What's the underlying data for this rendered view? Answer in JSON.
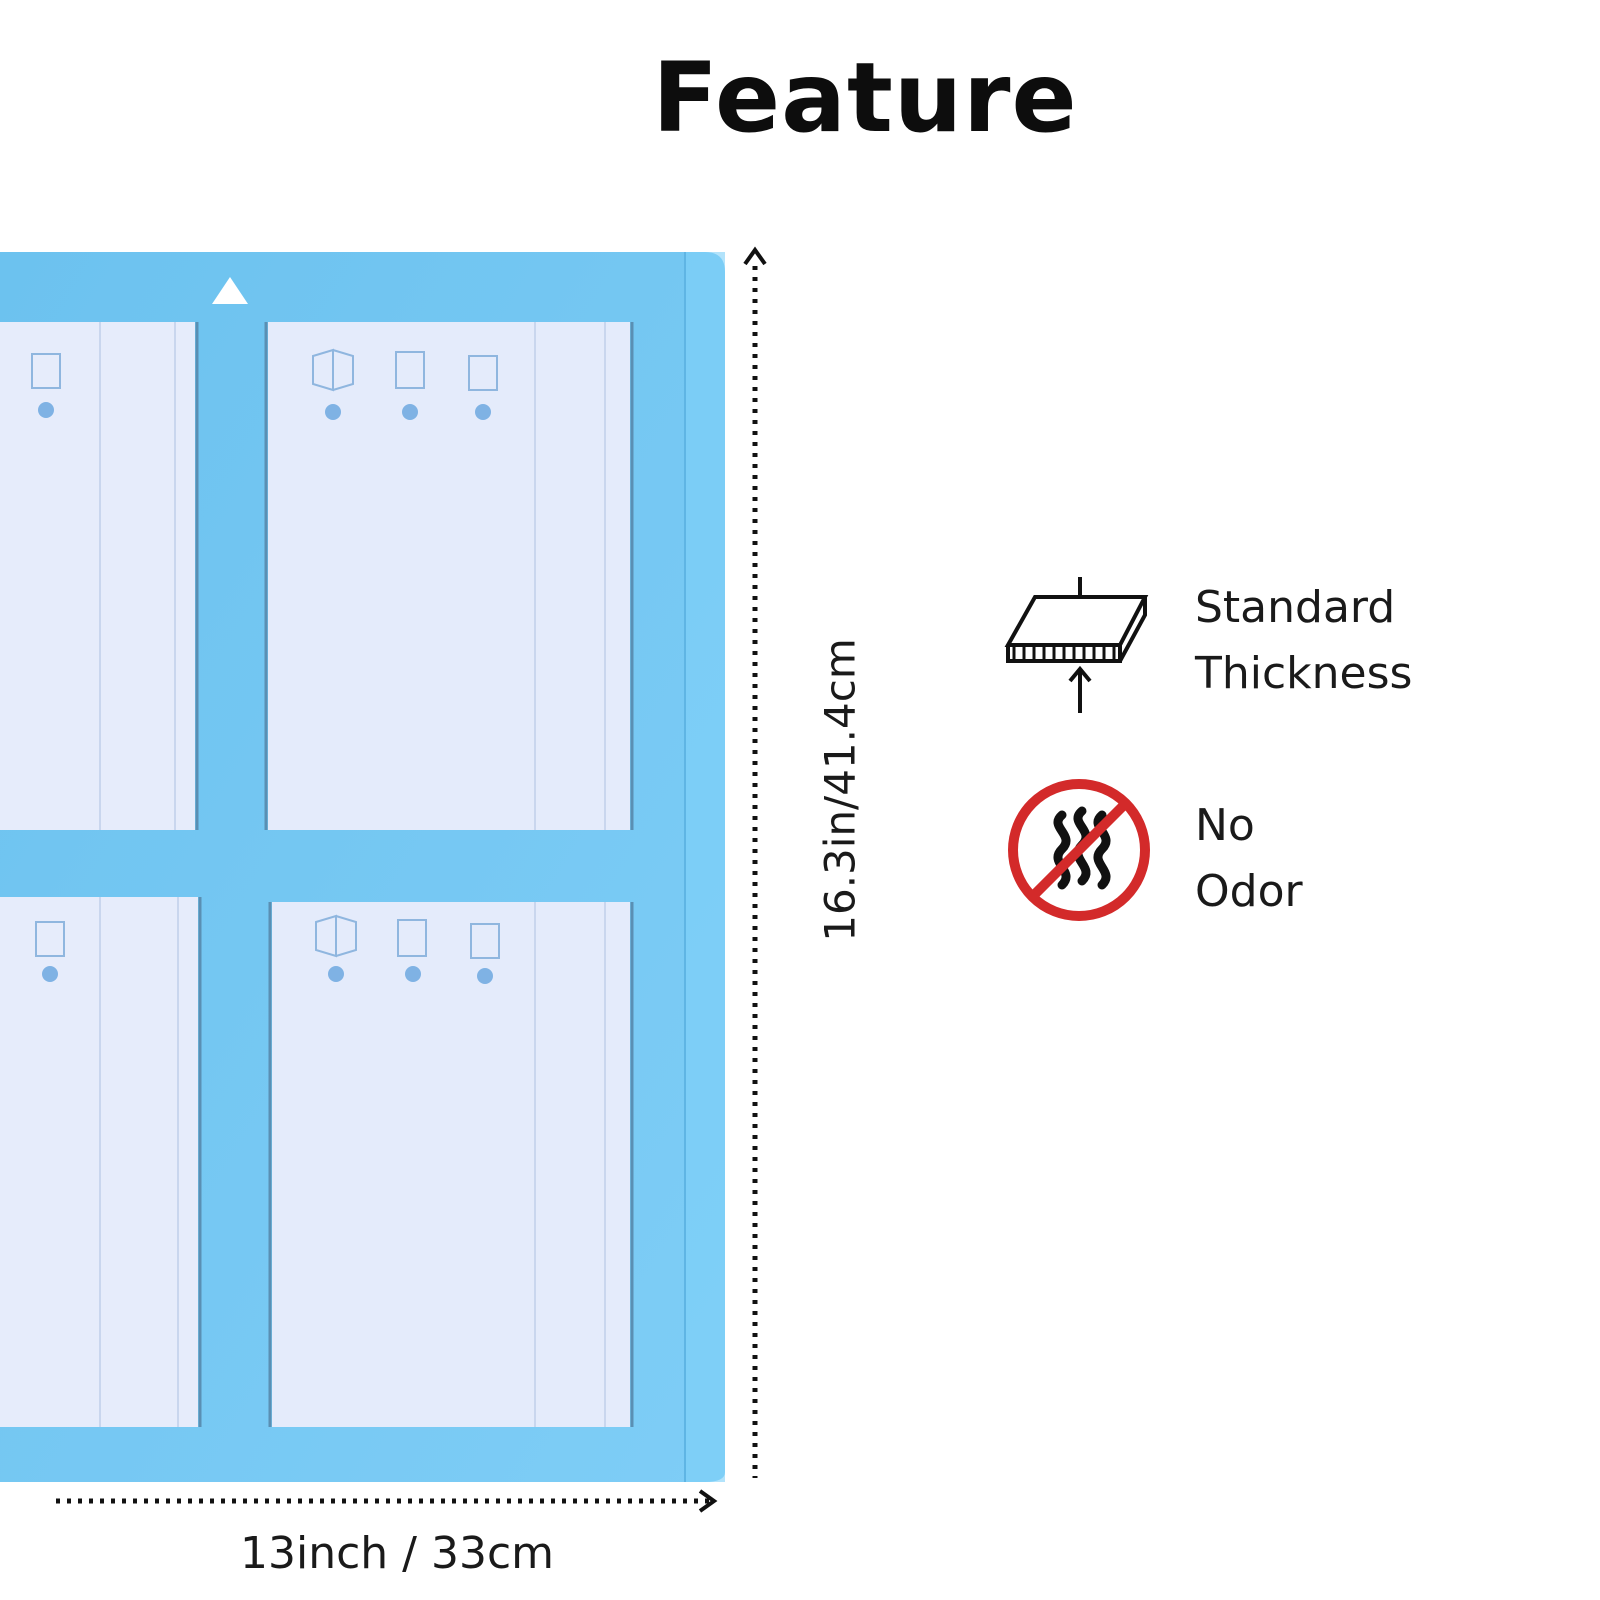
{
  "heading": "Feature",
  "dimensions": {
    "width_label": "13inch / 33cm",
    "height_label": "16.3in/41.4cm"
  },
  "features": [
    {
      "icon": "thickness-icon",
      "line1": "Standard",
      "line2": "Thickness"
    },
    {
      "icon": "no-odor-icon",
      "line1": "No",
      "line2": "Odor"
    }
  ],
  "colors": {
    "frame": "#6fc3f0",
    "panel": "#e4ebfb",
    "no_sign": "#d32a2a",
    "text": "#111111"
  }
}
